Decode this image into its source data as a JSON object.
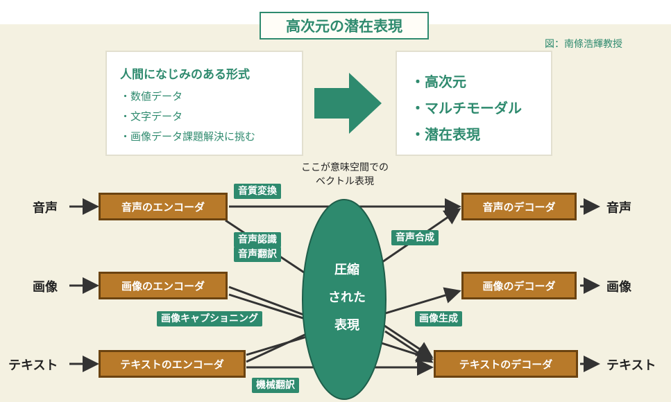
{
  "title": "高次元の潜在表現",
  "credit": "図：南條浩輝教授",
  "left_box": {
    "heading": "人間になじみのある形式",
    "items": [
      "・数値データ",
      "・文字データ",
      "・画像データ課題解決に挑む"
    ]
  },
  "right_box": {
    "items": [
      "・高次元",
      "・マルチモーダル",
      "・潜在表現"
    ]
  },
  "vector_note": [
    "ここが意味空間での",
    "ベクトル表現"
  ],
  "core": [
    "圧縮",
    "された",
    "表現"
  ],
  "inputs": [
    "音声",
    "画像",
    "テキスト"
  ],
  "outputs": [
    "音声",
    "画像",
    "テキスト"
  ],
  "encoders": [
    "音声のエンコーダ",
    "画像のエンコーダ",
    "テキストのエンコーダ"
  ],
  "decoders": [
    "音声のデコーダ",
    "画像のデコーダ",
    "テキストのデコーダ"
  ],
  "tasks": {
    "voice_conversion": "音質変換",
    "speech_recognition": "音声認識",
    "speech_translation": "音声翻訳",
    "speech_synthesis": "音声合成",
    "image_captioning": "画像キャプショニング",
    "image_generation": "画像生成",
    "machine_translation": "機械翻訳"
  },
  "colors": {
    "accent": "#2e8a6e",
    "module": "#b87a2a",
    "background": "#f4f1e1"
  }
}
